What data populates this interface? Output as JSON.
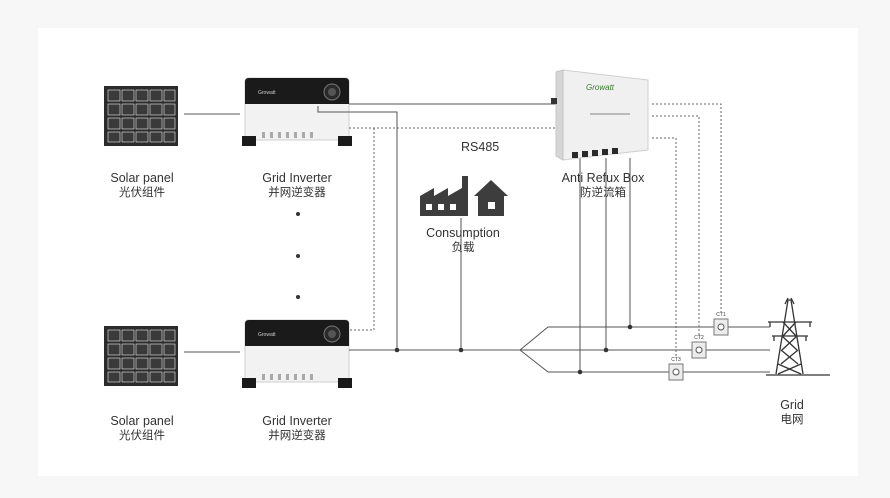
{
  "labels": {
    "solar_top": {
      "en": "Solar panel",
      "zh": "光伏组件"
    },
    "inverter_top": {
      "en": "Grid Inverter",
      "zh": "并网逆变器"
    },
    "solar_bottom": {
      "en": "Solar panel",
      "zh": "光伏组件"
    },
    "inverter_bottom": {
      "en": "Grid Inverter",
      "zh": "并网逆变器"
    },
    "anti_refux": {
      "en": "Anti Refux Box",
      "zh": "防逆流箱"
    },
    "consumption": {
      "en": "Consumption",
      "zh": "负载"
    },
    "grid": {
      "en": "Grid",
      "zh": "电网"
    },
    "rs485": "RS485",
    "growatt_brand": "Growatt",
    "ct1": "CT1",
    "ct2": "CT2",
    "ct3": "CT3"
  },
  "colors": {
    "line": "#555555",
    "panel_dark": "#2b2b2b",
    "panel_cell": "#3a3a3a",
    "inverter_top": "#1a1a1a",
    "icon_dark": "#3d3d3d",
    "brand_green": "#6aa84f"
  }
}
